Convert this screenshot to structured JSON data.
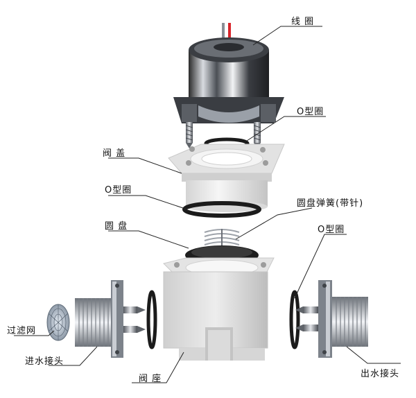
{
  "labels": {
    "coil": "线    圈",
    "oring_top": "O型圈",
    "bonnet": "阀    盖",
    "oring_left": "O型圈",
    "disc_spring": "圆盘弹簧(带针)",
    "disc": "圆    盘",
    "oring_right": "O型圈",
    "filter": "过滤网",
    "inlet": "进水接头",
    "seat": "阀    座",
    "outlet": "出水接头"
  },
  "colors": {
    "wire_red": "#d9242a",
    "wire_gray": "#8a8f96",
    "oring": "#1b1b1b",
    "metal": "#9aa0a8",
    "plastic": "#e6e6e6"
  }
}
